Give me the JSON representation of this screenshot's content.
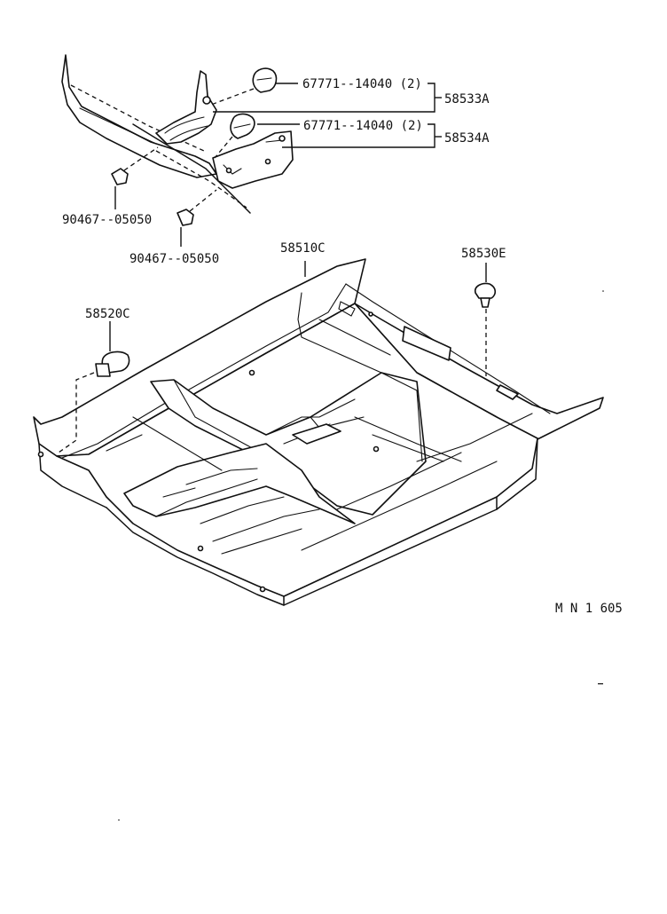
{
  "labels": {
    "part_67771_upper": "67771--14040 (2)",
    "part_67771_lower": "67771--14040 (2)",
    "part_58533A": "58533A",
    "part_58534A": "58534A",
    "part_90467_left": "90467--05050",
    "part_90467_right": "90467--05050",
    "part_58510C": "58510C",
    "part_58530E": "58530E",
    "part_58520C": "58520C",
    "diagram_code": "M N 1 605"
  }
}
